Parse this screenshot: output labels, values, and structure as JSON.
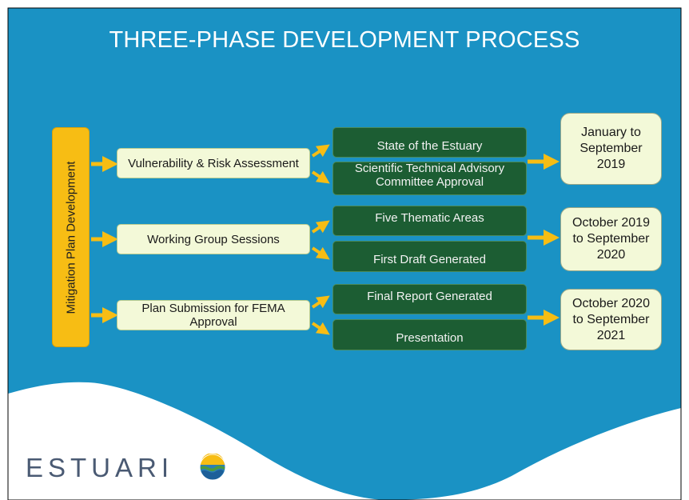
{
  "slide": {
    "title": "THREE-PHASE DEVELOPMENT PROCESS",
    "side_label": "Mitigation Plan Development",
    "colors": {
      "background": "#1a92c4",
      "side_bar": "#f7bd14",
      "arrow": "#f7bd14",
      "phase_box": "#f3f9d8",
      "task_box": "#1c5d33",
      "date_box": "#f3f9d8"
    },
    "phases": [
      {
        "label": "Vulnerability & Risk Assessment",
        "tasks": [
          "State of the Estuary",
          "Scientific Technical Advisory Committee Approval"
        ],
        "timeframe": "January to\nSeptember\n2019"
      },
      {
        "label": "Working Group Sessions",
        "tasks": [
          "Five Thematic Areas",
          "First Draft Generated"
        ],
        "timeframe": "October 2019\nto September\n2020"
      },
      {
        "label": "Plan Submission for FEMA Approval",
        "tasks": [
          "Final Report Generated",
          "Presentation"
        ],
        "timeframe": "October 2020\nto September\n2021"
      }
    ]
  },
  "logo": {
    "text": "ESTUARI",
    "icon": "estuary-logo-icon"
  }
}
